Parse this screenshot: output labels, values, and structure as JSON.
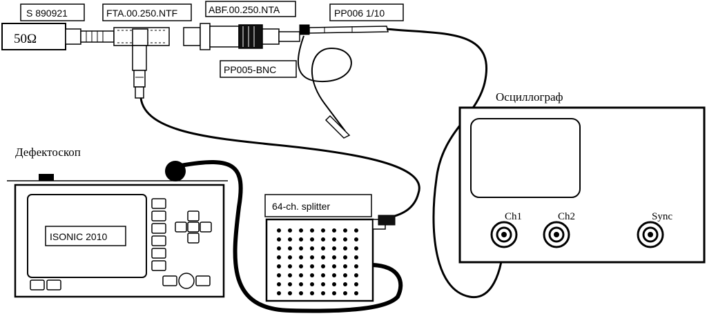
{
  "labels": {
    "termination": "50Ω",
    "serial_box": "S 890921",
    "adapter_1": "FTA.00.250.NTF",
    "adapter_2": "ABF.00.250.NTA",
    "probe": "PP006 1/10",
    "probe_adapter": "PP005-BNC",
    "oscilloscope_title": "Осциллограф",
    "ch1": "Ch1",
    "ch2": "Ch2",
    "sync": "Sync",
    "flaw_detector_title": "Дефектоскоп",
    "device_screen": "ISONIC 2010",
    "splitter": "64-ch. splitter"
  },
  "icons": {
    "splitter_pins": "pin-grid-icon",
    "bnc": "bnc-connector-icon",
    "dpad": "dpad-icon"
  },
  "colors": {
    "line": "#000000",
    "background": "#ffffff"
  }
}
